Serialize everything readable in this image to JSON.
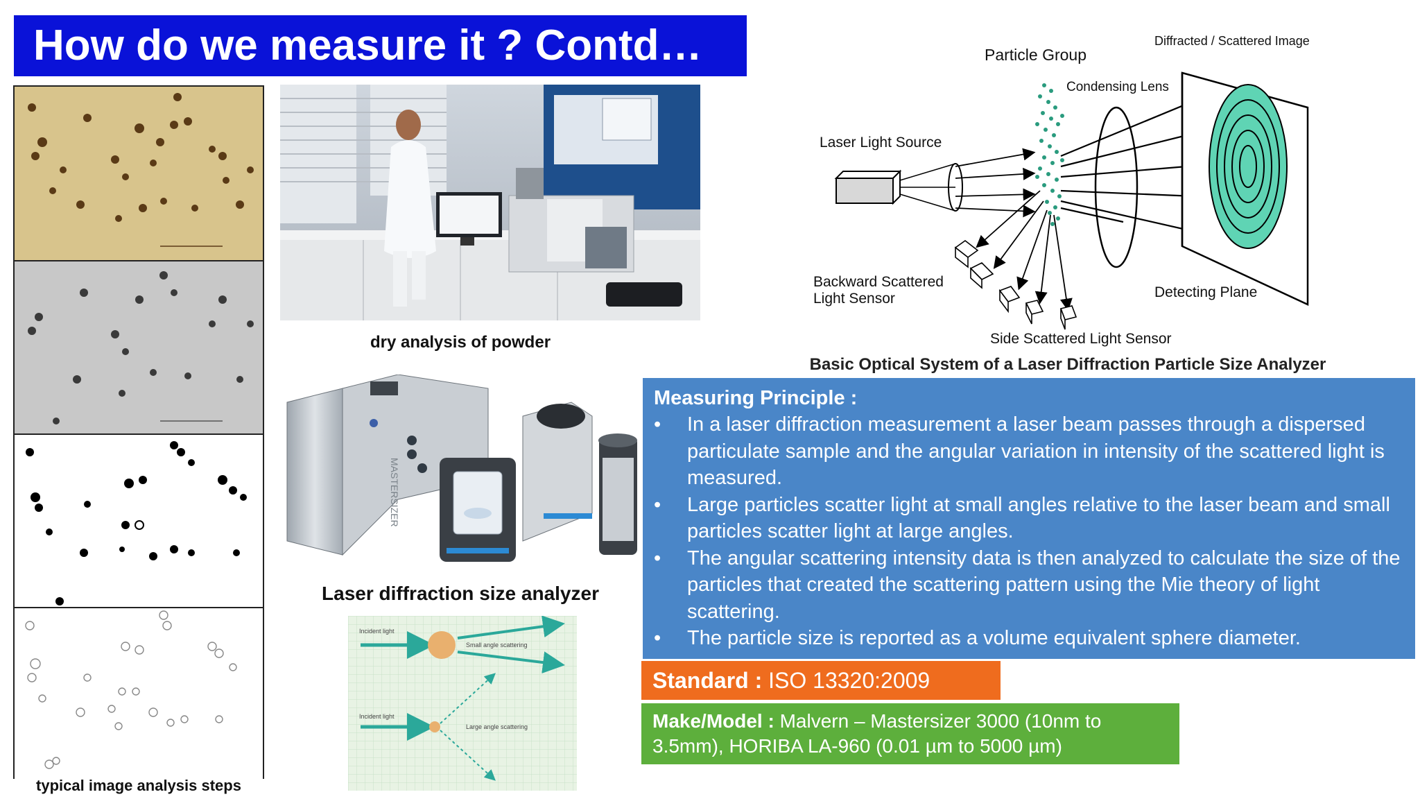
{
  "title": "How do we measure it ? Contd…",
  "image_steps": {
    "caption": "typical image analysis steps"
  },
  "photo_caption": "dry analysis of powder",
  "analyzer": {
    "caption": "Laser diffraction size analyzer",
    "brand_text": "MASTERSIZER"
  },
  "scatter_figure": {
    "incident_1": "Incident light",
    "small_angle": "Small angle scattering",
    "incident_2": "Incident light",
    "large_angle": "Large angle scattering"
  },
  "diagram": {
    "particle_group": "Particle Group",
    "diffracted_image": "Diffracted / Scattered Image",
    "condensing_lens": "Condensing Lens",
    "laser_source": "Laser Light Source",
    "backward_sensor_1": "Backward Scattered",
    "backward_sensor_2": "Light Sensor",
    "detecting_plane": "Detecting Plane",
    "side_sensor": "Side Scattered Light Sensor",
    "caption": "Basic Optical System of a Laser Diffraction Particle Size Analyzer"
  },
  "principle": {
    "heading": "Measuring Principle :",
    "bullets": [
      "In a laser diffraction measurement a laser beam passes through a dispersed particulate sample and the angular variation in intensity of the scattered light is measured.",
      "Large particles scatter light at small angles relative to the laser beam and small particles scatter light at large angles.",
      "The angular scattering intensity data is then analyzed to calculate the size of the particles that created the scattering pattern using the Mie theory of light scattering.",
      "The particle size is reported as a volume equivalent sphere diameter."
    ],
    "bullet_char": "•"
  },
  "standard": {
    "label": "Standard :",
    "value": " ISO 13320:2009"
  },
  "make": {
    "label": "Make/Model :",
    "value": " Malvern – Mastersizer 3000 (10nm to 3.5mm), HORIBA LA-960 (0.01 µm to 5000 µm)"
  },
  "colors": {
    "title_bg": "#0a12d8",
    "principle_bg": "#4a86c8",
    "standard_bg": "#ef6c1e",
    "make_bg": "#5daf3c",
    "diagram_fringe": "#5fd4b4"
  }
}
